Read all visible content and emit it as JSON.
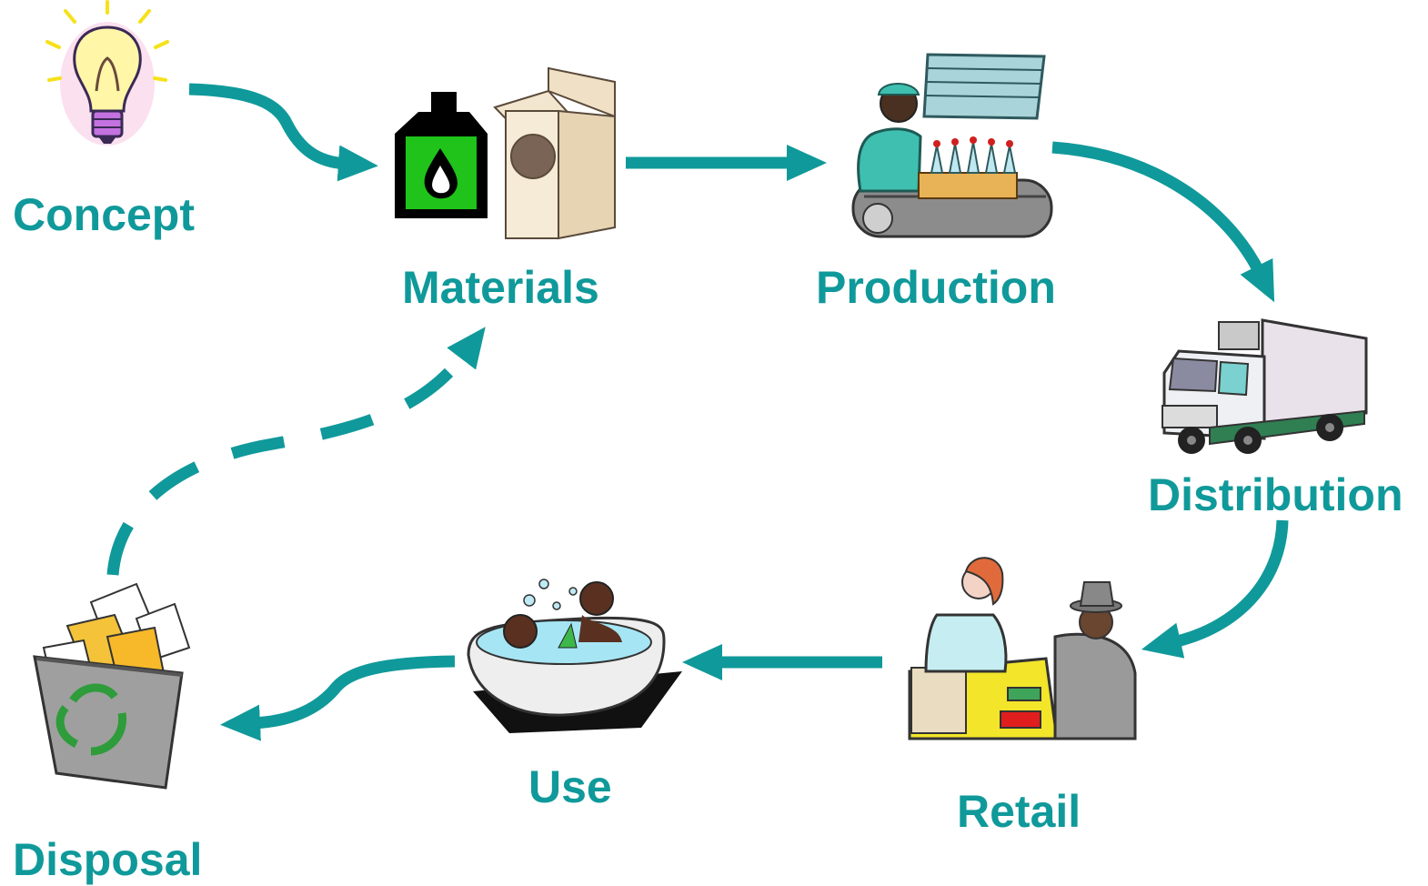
{
  "colors": {
    "arrow": "#10999a",
    "label": "#10999a",
    "background": "#ffffff"
  },
  "stages": [
    {
      "id": "concept",
      "label": "Concept",
      "icon": "light-bulb-icon"
    },
    {
      "id": "materials",
      "label": "Materials",
      "icon": "bottle-and-box-icon"
    },
    {
      "id": "production",
      "label": "Production",
      "icon": "factory-worker-conveyor-icon"
    },
    {
      "id": "distribution",
      "label": "Distribution",
      "icon": "delivery-truck-icon"
    },
    {
      "id": "retail",
      "label": "Retail",
      "icon": "shop-counter-icon"
    },
    {
      "id": "use",
      "label": "Use",
      "icon": "bathtub-icon"
    },
    {
      "id": "disposal",
      "label": "Disposal",
      "icon": "recycle-bin-icon"
    }
  ],
  "flows": [
    {
      "from": "concept",
      "to": "materials",
      "style": "solid"
    },
    {
      "from": "materials",
      "to": "production",
      "style": "solid"
    },
    {
      "from": "production",
      "to": "distribution",
      "style": "solid"
    },
    {
      "from": "distribution",
      "to": "retail",
      "style": "solid"
    },
    {
      "from": "retail",
      "to": "use",
      "style": "solid"
    },
    {
      "from": "use",
      "to": "disposal",
      "style": "solid"
    },
    {
      "from": "disposal",
      "to": "materials",
      "style": "dashed"
    }
  ]
}
